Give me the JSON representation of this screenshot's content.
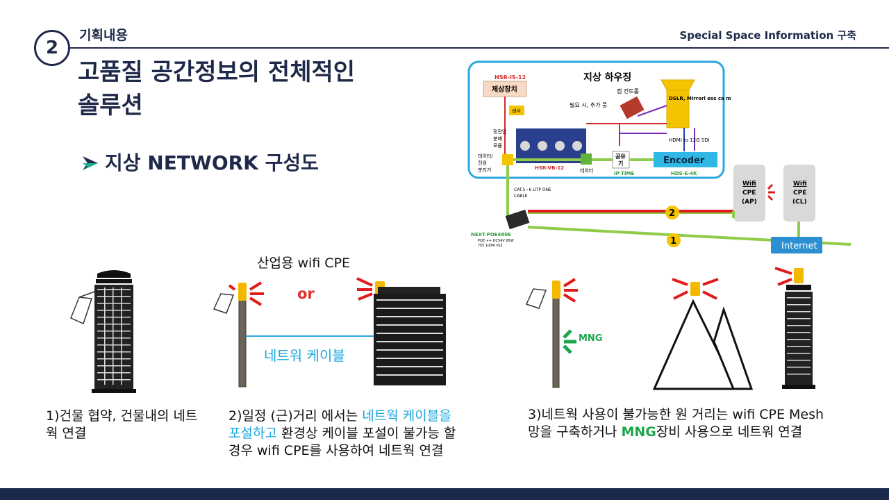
{
  "header": {
    "section_number": "2",
    "section_label": "기획내용",
    "right_title": "Special Space Information 구축",
    "page_title_line1": "고품질 공간정보의 전체적인",
    "page_title_line2": "솔루션",
    "subheading": "지상 NETWORK 구성도"
  },
  "diagram": {
    "housing_title": "지상 하우징",
    "hsr_is": "HSR-IS-12",
    "stabilizer": "제상장치",
    "sensor": "센서",
    "optional": "필요 시, 추가 풍",
    "cam_control": "캠 컨트롤",
    "camera": "DSLR, Mirrorl ess ca m",
    "power_dist_1": "정전압",
    "power_dist_2": "분배",
    "power_dist_3": "모듈",
    "data_splitter_1": "데이터/",
    "data_splitter_2": "전원",
    "data_splitter_3": "분리기",
    "hsr_vb": "HSR-VB-12",
    "data": "데이터",
    "share_1": "공유",
    "share_2": "기",
    "ip_time": "IP TIME",
    "hdmi": "HDMI to 12G SDI",
    "encoder": "Encoder",
    "hds": "HDS-E-4K",
    "cable_1": "CAT.5~6 UTP ONE",
    "cable_2": "CABLE",
    "poe": "NEXT-POE480E",
    "poe_sub_1": "POE ++ DC54V 95W",
    "poe_sub_2": "거리 100M 이내",
    "wifi_ap_1": "Wifi",
    "wifi_ap_2": "CPE",
    "wifi_ap_3": "(AP)",
    "wifi_cl_1": "Wifi",
    "wifi_cl_2": "CPE",
    "wifi_cl_3": "(CL)",
    "num_1": "1",
    "num_2": "2",
    "internet": "Internet"
  },
  "scenes": {
    "industrial_cpe": "산업용 wifi CPE",
    "or": "or",
    "network_cable": "네트워 케이블",
    "mng": "MNG"
  },
  "captions": {
    "cap1": "1)건물 협약, 건물내의 네트웍 연결",
    "cap2_a": "2)일정 (근)거리 에서는 ",
    "cap2_b": "네트웍 케이블을 포설하고",
    "cap2_c": " 환경상 케이블 포설이 불가능 할 경우 wifi CPE를 사용하여 네트웍 연결",
    "cap3_a": "3)네트웍 사용이 불가능한 원 거리는  wifi CPE Mesh망을 구축하거나 ",
    "cap3_b": "MNG",
    "cap3_c": "장비 사용으로 네트워 연결"
  },
  "colors": {
    "navy": "#1f2a4a",
    "blue_highlight": "#1ba7e0",
    "green_highlight": "#1aa64a",
    "red_accent": "#e0322a",
    "antenna_yellow": "#f5b800"
  }
}
